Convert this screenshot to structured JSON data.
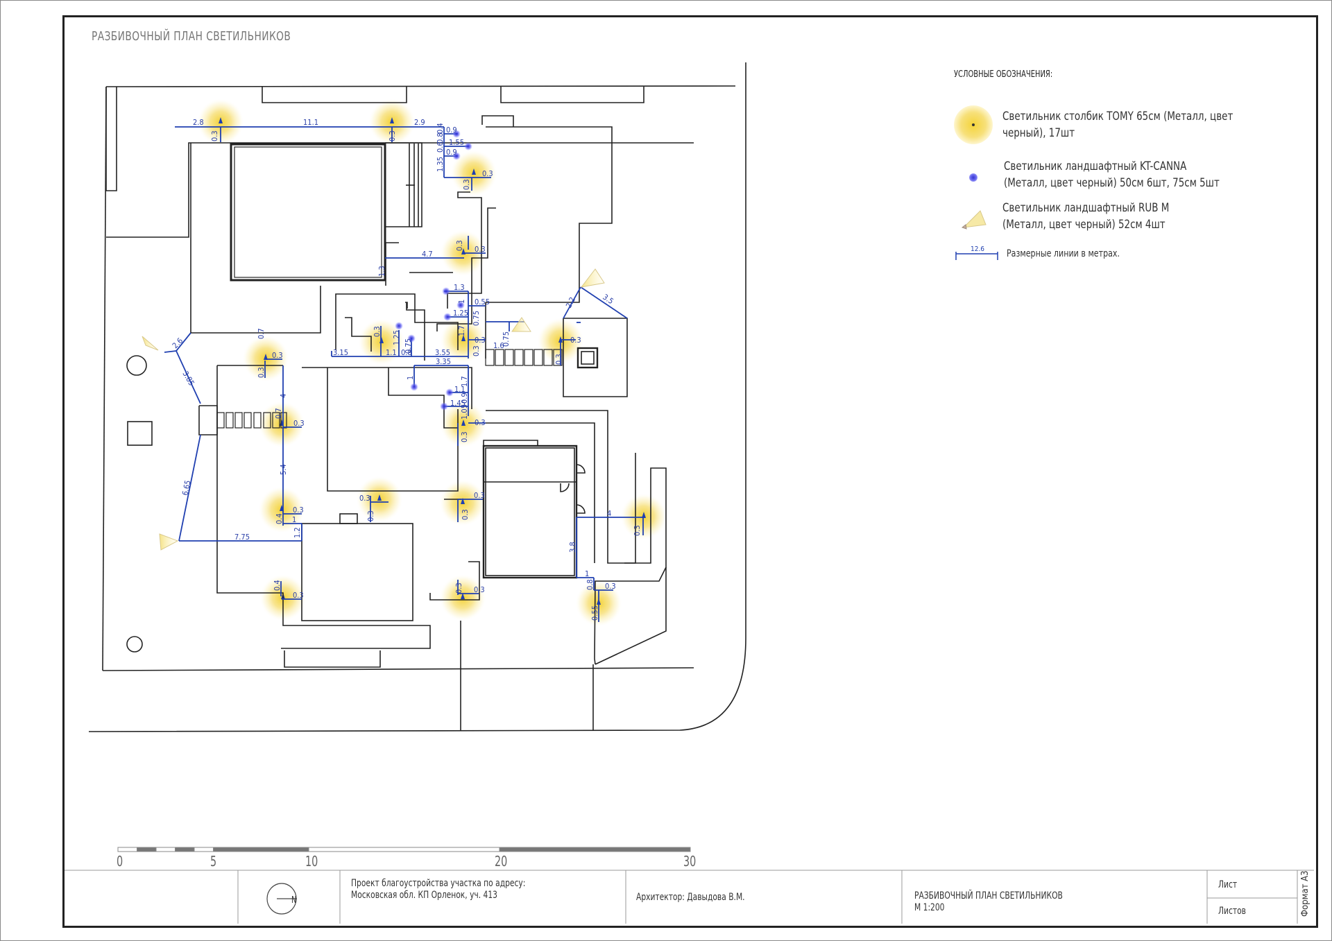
{
  "sheet": {
    "title": "РАЗБИВОЧНЫЙ ПЛАН СВЕТИЛЬНИКОВ"
  },
  "legend": {
    "title": "УСЛОВНЫЕ ОБОЗНАЧЕНИЯ:",
    "items": [
      {
        "symbol": "tomy-post-light-icon",
        "line1": "Светильник столбик TOMY 65см (Металл, цвет",
        "line2": "черный), 17шт"
      },
      {
        "symbol": "kt-canna-landscape-light-icon",
        "line1": "Светильник ландшафтный KT-CANNA",
        "line2": "(Металл, цвет черный) 50см 6шт, 75см 5шт"
      },
      {
        "symbol": "rub-m-spotlight-icon",
        "line1": "Светильник ландшафтный RUB M",
        "line2": "(Металл, цвет черный) 52см 4шт"
      },
      {
        "symbol": "dimension-line-icon",
        "sample_value": "12.6",
        "line1": "Размерные линии в метрах."
      }
    ]
  },
  "colors": {
    "dimension": "#1f3fb0",
    "outline": "#222222",
    "glow": "#f4d43a",
    "canna": "#4040e0"
  },
  "scale_bar": {
    "labels": [
      "0",
      "5",
      "10",
      "20",
      "30"
    ],
    "unit_values": [
      0,
      5,
      10,
      20,
      30
    ]
  },
  "dimensions": {
    "top": [
      "2.8",
      "11.1",
      "2.9",
      "0.3",
      "0.3"
    ],
    "stack": [
      "0.4",
      "0.8",
      "0.6",
      "1.35",
      "0.9",
      "1.55",
      "0.9",
      "0.3",
      "0.3"
    ],
    "mid": [
      "4.7",
      "1.3",
      "0.3",
      "0.3",
      "1.3",
      "1",
      "0.55",
      "1.25",
      "0.75",
      "1.7",
      "0.3",
      "0.3",
      "1.6",
      "0.75",
      "0.3",
      "0.3"
    ],
    "row": [
      "3.15",
      "1.1",
      "0.8",
      "3.55",
      "3.35",
      "0.3",
      "1.25",
      "0.75",
      "1"
    ],
    "lower_mid": [
      "1.7",
      "1.1",
      "0.9",
      "1.45",
      "1.05",
      "0.3",
      "0.3"
    ],
    "left": [
      "2.6",
      "3.85",
      "6.65",
      "7.75",
      "0.7",
      "0.3",
      "0.3",
      "4",
      "0.7",
      "0.3",
      "5.4",
      "0.3",
      "0.4",
      "1",
      "1.2",
      "0.4",
      "0.3"
    ],
    "south": [
      "0.3",
      "0.3",
      "0.3",
      "0.3",
      "0.3",
      "0.3"
    ],
    "right": [
      "2.2",
      "3.5",
      "4",
      "0.3",
      "3.8",
      "1",
      "0.8",
      "0.3",
      "0.55"
    ]
  },
  "title_block": {
    "north_label": "N",
    "project_line1": "Проект благоустройства участка по адресу:",
    "project_line2": "Московская обл. КП Орленок, уч. 413",
    "architect": "Архитектор: Давыдова В.М.",
    "drawing_name": "РАЗБИВОЧНЫЙ ПЛАН СВЕТИЛЬНИКОВ",
    "scale": "М 1:200",
    "sheet_label": "Лист",
    "sheets_label": "Листов",
    "format": "Формат А3"
  }
}
